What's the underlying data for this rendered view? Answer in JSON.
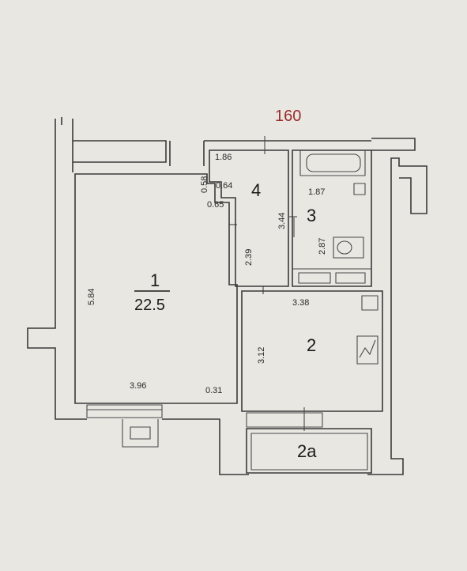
{
  "apartment_number": "160",
  "apartment_number_color": "#9b2a2a",
  "rooms": [
    {
      "number": "1",
      "area": "22.5"
    },
    {
      "number": "2"
    },
    {
      "number": "2a"
    },
    {
      "number": "3"
    },
    {
      "number": "4"
    }
  ],
  "dimensions": {
    "room1_height": "5.84",
    "room1_width": "3.96",
    "room1_step": "0.31",
    "room2_width": "3.38",
    "room2_height": "3.12",
    "room3_width": "1.87",
    "room3_height": "2.87",
    "wall_3_4": "3.44",
    "room4_width": "1.86",
    "room4_height": "2.39",
    "niche_width": "0.64",
    "niche_depth": "0.65",
    "niche_side": "0.58"
  }
}
